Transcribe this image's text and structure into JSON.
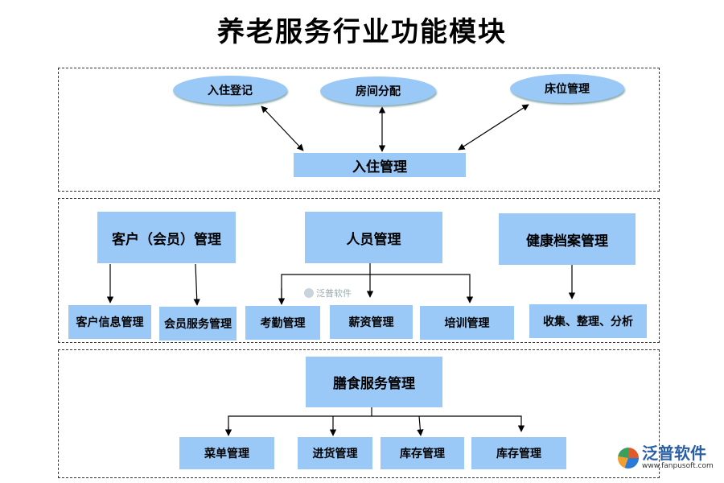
{
  "title": "养老服务行业功能模块",
  "checkin": {
    "ellipses": [
      "入住登记",
      "房间分配",
      "床位管理"
    ],
    "main": "入住管理"
  },
  "middle": {
    "customer": {
      "title": "客户（会员）管理",
      "children": [
        "客户信息管理",
        "会员服务管理"
      ]
    },
    "staff": {
      "title": "人员管理",
      "children": [
        "考勤管理",
        "薪资管理",
        "培训管理"
      ]
    },
    "health": {
      "title": "健康档案管理",
      "children": [
        "收集、整理、分析"
      ]
    }
  },
  "meal": {
    "title": "膳食服务管理",
    "children": [
      "菜单管理",
      "进货管理",
      "库存管理",
      "库存管理"
    ]
  },
  "watermark": "泛普软件",
  "logo": {
    "name": "泛普软件",
    "url": "www.fanpusoft.com"
  },
  "colors": {
    "box": "#9ac9f7"
  }
}
